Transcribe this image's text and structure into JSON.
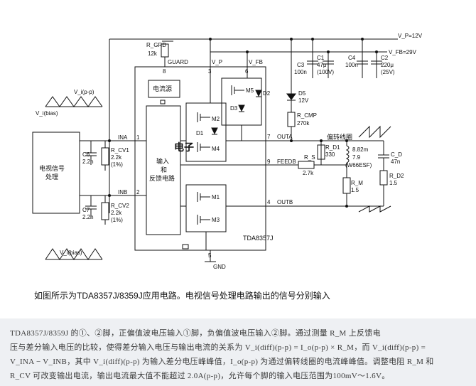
{
  "circuit": {
    "chip_name": "TDA8357J",
    "block_current_source": "电流源",
    "block_io_line1": "输入",
    "block_io_line2": "和",
    "block_io_line3": "反馈电路",
    "tv_block_line1": "电视信号",
    "tv_block_line2": "处理",
    "label_vp_12": "V_P=12V",
    "label_vfb_29": "V_FB=29V",
    "label_guard": "GUARD",
    "label_vp": "V_P",
    "label_vfb": "V_FB",
    "label_ina": "INA",
    "label_inb": "INB",
    "label_outa": "OUTA",
    "label_outb": "OUTB",
    "label_feedb": "FEEDB",
    "label_gnd": "GND",
    "label_deflection_coil": "偏转线圈",
    "label_coil_value": "8.82m",
    "label_coil_value2": "7.9",
    "label_coil_model": "(W66ESF)",
    "label_m1": "M1",
    "label_m2": "M2",
    "label_m3": "M3",
    "label_m4": "M4",
    "label_m5": "M5",
    "label_d1": "D1",
    "label_d2": "D2",
    "label_d3": "D3",
    "label_d5": "D5",
    "label_d5_v": "12V",
    "label_rgrd": "R_GRD",
    "label_rgrd_v": "12k",
    "label_rcmp": "R_CMP",
    "label_rcmp_v": "270k",
    "label_rd1": "R_D1",
    "label_rd1_v": "330",
    "label_rs": "R_S",
    "label_rs_v": "2.7k",
    "label_rm": "R_M",
    "label_rm_v": "1.5",
    "label_rd2": "R_D2",
    "label_rd2_v": "1.5",
    "label_cd": "C_D",
    "label_cd_v": "47n",
    "label_c1": "C1",
    "label_c1_v": "47μ",
    "label_c1_v2": "(100V)",
    "label_c2": "C2",
    "label_c2_v": "220μ",
    "label_c2_v2": "(25V)",
    "label_c3": "C3",
    "label_c3_v": "100n",
    "label_c4": "C4",
    "label_c4_v": "100n",
    "label_c6": "C6",
    "label_c6_v": "2.2n",
    "label_c7": "C7",
    "label_c7_v": "2.2n",
    "label_rcv1": "R_CV1",
    "label_rcv1_v": "2.2k",
    "label_rcv1_t": "(1%)",
    "label_rcv2": "R_CV2",
    "label_rcv2_v": "2.2k",
    "label_rcv2_t": "(1%)",
    "label_vi_pp": "V_i(p-p)",
    "label_vi_bias": "V_i(bias)",
    "label_vi_bias2": "V_i(bias)",
    "pin_1": "1",
    "pin_2": "2",
    "pin_3": "3",
    "pin_4": "4",
    "pin_5": "5",
    "pin_6": "6",
    "pin_7": "7",
    "pin_8": "8",
    "pin_9": "9"
  },
  "caption": "如图所示为TDA8357J/8359J应用电路。电视信号处理电路输出的信号分别输入",
  "paragraph": {
    "line1": "TDA8357J/8359J 的①、②脚，正偏值波电压输入①脚，负偏值波电压输入②脚。通过测量 R_M 上反馈电",
    "line2": "压与差分输入电压的比较，使得差分输入电压与输出电流的关系为 V_i(diff)(p-p) = I_o(p-p) × R_M，而 V_i(diff)(p-p) =",
    "line3": "V_INA − V_INB，其中 V_i(diff)(p-p) 为输入差分电压峰峰值，I_o(p-p) 为通过偏转线圈的电流峰峰值。调整电阻 R_M 和",
    "line4": "R_CV 可改变输出电流，输出电流最大值不能超过 2.0A(p-p)，允许每个脚的输入电压范围为100mV～1.6V。"
  },
  "colors": {
    "line": "#111111",
    "paragraph_bg": "#eef0f3",
    "watermark": "#c83c3c"
  }
}
